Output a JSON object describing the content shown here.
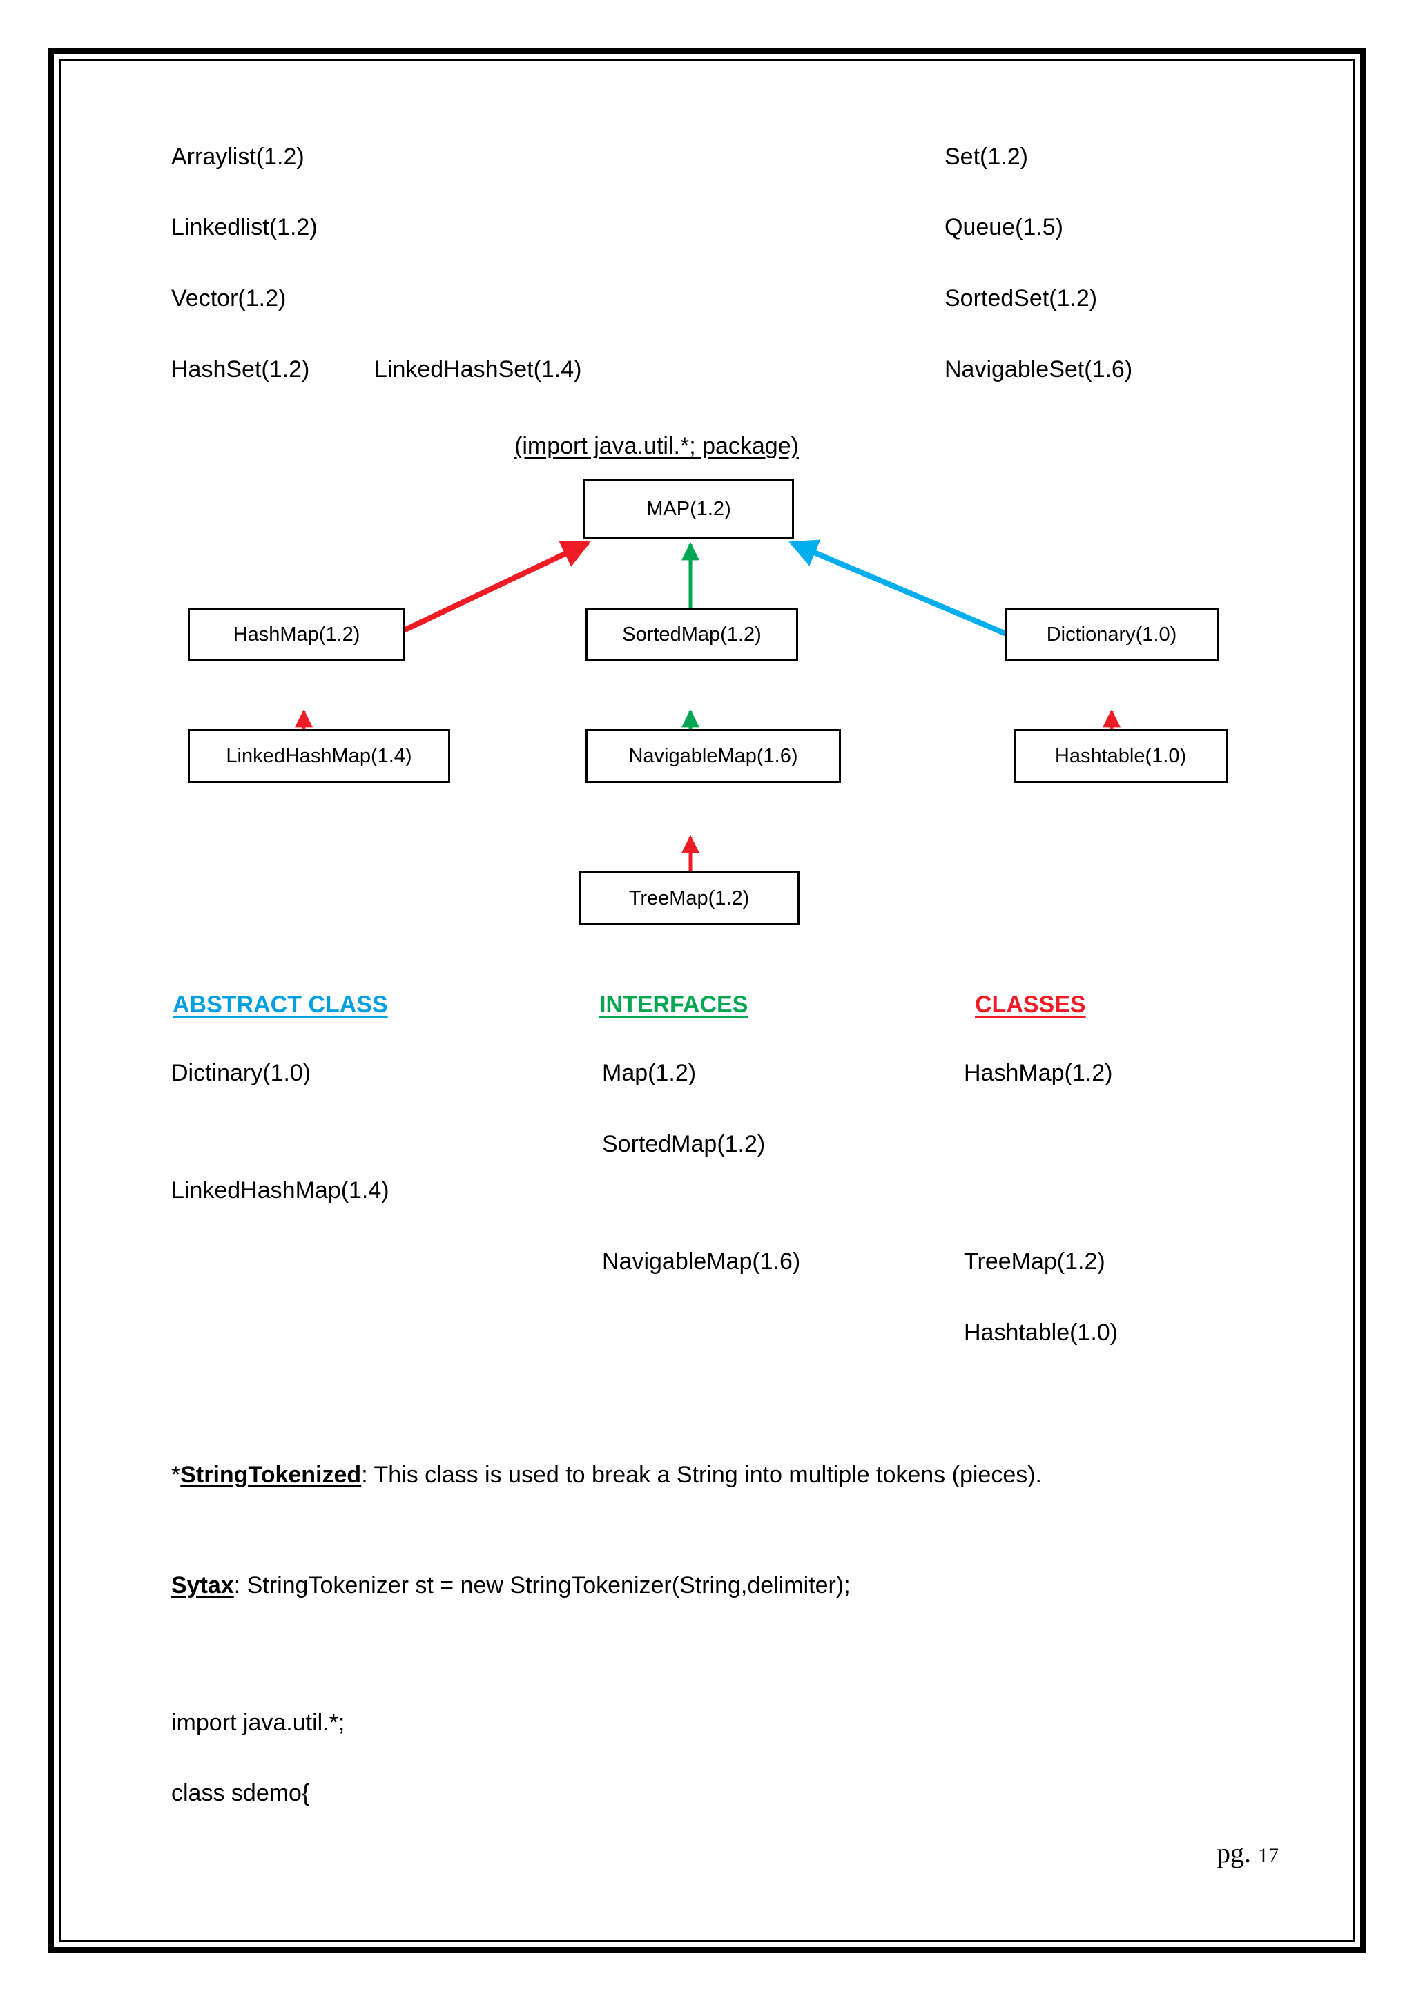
{
  "page": {
    "number_prefix": "pg.",
    "number": "17",
    "border_color": "#000000"
  },
  "collections": {
    "left_column": [
      {
        "label": "Arraylist(1.2)"
      },
      {
        "label": "Linkedlist(1.2)"
      },
      {
        "label": "Vector(1.2)"
      },
      {
        "label": "HashSet(1.2)"
      },
      {
        "label": "LinkedHashSet(1.4)"
      }
    ],
    "right_column": [
      {
        "label": "Set(1.2)"
      },
      {
        "label": "Queue(1.5)"
      },
      {
        "label": "SortedSet(1.2)"
      },
      {
        "label": "NavigableSet(1.6)"
      }
    ]
  },
  "diagram": {
    "caption": "(import java.util.*; package)",
    "nodes": [
      {
        "id": "map",
        "label": "MAP(1.2)"
      },
      {
        "id": "hashmap",
        "label": "HashMap(1.2)"
      },
      {
        "id": "sortedmap",
        "label": "SortedMap(1.2)"
      },
      {
        "id": "dictionary",
        "label": "Dictionary(1.0)"
      },
      {
        "id": "linkedhashmap",
        "label": "LinkedHashMap(1.4)"
      },
      {
        "id": "navigablemap",
        "label": "NavigableMap(1.6)"
      },
      {
        "id": "hashtable",
        "label": "Hashtable(1.0)"
      },
      {
        "id": "treemap",
        "label": "TreeMap(1.2)"
      }
    ],
    "edges": [
      {
        "from": "hashmap",
        "to": "map",
        "color": "#EE1C25"
      },
      {
        "from": "sortedmap",
        "to": "map",
        "color": "#00A651"
      },
      {
        "from": "dictionary",
        "to": "map",
        "color": "#00AEEF"
      },
      {
        "from": "linkedhashmap",
        "to": "hashmap",
        "color": "#EE1C25"
      },
      {
        "from": "navigablemap",
        "to": "sortedmap",
        "color": "#00A651"
      },
      {
        "from": "hashtable",
        "to": "dictionary",
        "color": "#EE1C25"
      },
      {
        "from": "treemap",
        "to": "navigablemap",
        "color": "#EE1C25"
      }
    ]
  },
  "legend": {
    "abstract_class": {
      "heading": "ABSTRACT CLASS",
      "color": "#00A0E0",
      "items": [
        {
          "label": "Dictinary(1.0)"
        },
        {
          "label": "LinkedHashMap(1.4)"
        }
      ]
    },
    "interfaces": {
      "heading": "INTERFACES",
      "color": "#00A651",
      "items": [
        {
          "label": "Map(1.2)"
        },
        {
          "label": "SortedMap(1.2)"
        },
        {
          "label": "NavigableMap(1.6)"
        }
      ]
    },
    "classes": {
      "heading": "CLASSES",
      "color": "#EE1C25",
      "items": [
        {
          "label": "HashMap(1.2)"
        },
        {
          "label": "TreeMap(1.2)"
        },
        {
          "label": "Hashtable(1.0)"
        }
      ]
    }
  },
  "notes": {
    "tokenizer_star": "*",
    "tokenizer_term": "StringTokenized",
    "tokenizer_body": ": This class is used to break a String into multiple tokens (pieces).",
    "syntax_term": "Sytax",
    "syntax_body": ": StringTokenizer st = new StringTokenizer(String,delimiter);"
  },
  "code": {
    "lines": [
      {
        "text": "import java.util.*;"
      },
      {
        "text": "class sdemo{"
      }
    ]
  }
}
